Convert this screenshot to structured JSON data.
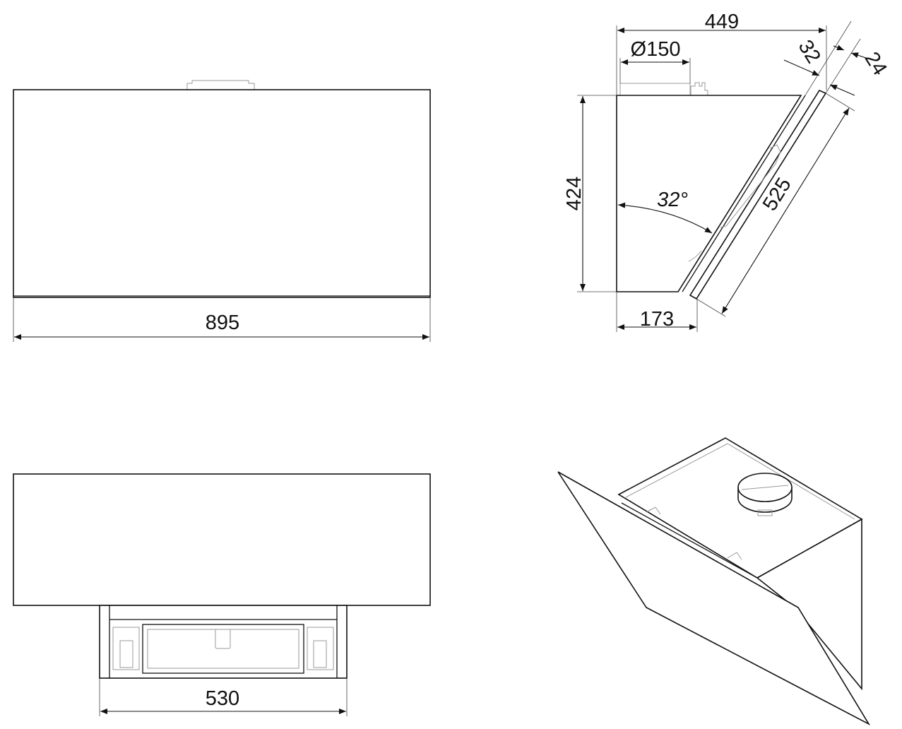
{
  "front_view": {
    "width_label": "895"
  },
  "side_view": {
    "depth_label": "449",
    "duct_label": "Ø150",
    "height_label": "424",
    "bottom_depth_label": "173",
    "panel_length_label": "525",
    "angle_label": "32°",
    "panel_offset_label": "32",
    "panel_thickness_label": "24"
  },
  "bottom_view": {
    "inner_width_label": "530"
  },
  "colors": {
    "line": "#111111",
    "detail": "#999999"
  }
}
